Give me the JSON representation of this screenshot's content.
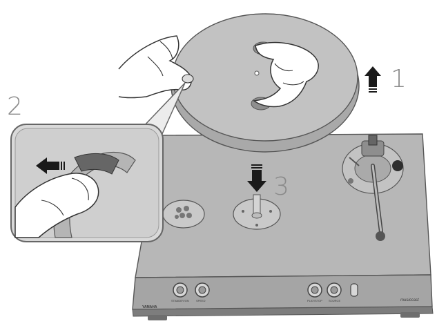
{
  "steps": {
    "step1": "1",
    "step2": "2",
    "step3": "3"
  },
  "panel": {
    "brand": "YAMAHA",
    "model_mark": "musiccast",
    "knob_labels": [
      "STANDBY/ON",
      "SPEED",
      "PLAY/STOP",
      "SOURCE"
    ]
  },
  "colors": {
    "deck_top": "#b7b7b7",
    "deck_front": "#a5a5a5",
    "platter": "#c2c2c2",
    "platter_edge": "#a9a9a9",
    "arrow": "#1a1a1a",
    "outline": "#555555",
    "callout_bg": "#d9d9d9"
  },
  "icons": {
    "arrow_up": "arrow-up-icon",
    "arrow_down": "arrow-down-icon",
    "arrow_left": "arrow-left-icon"
  }
}
